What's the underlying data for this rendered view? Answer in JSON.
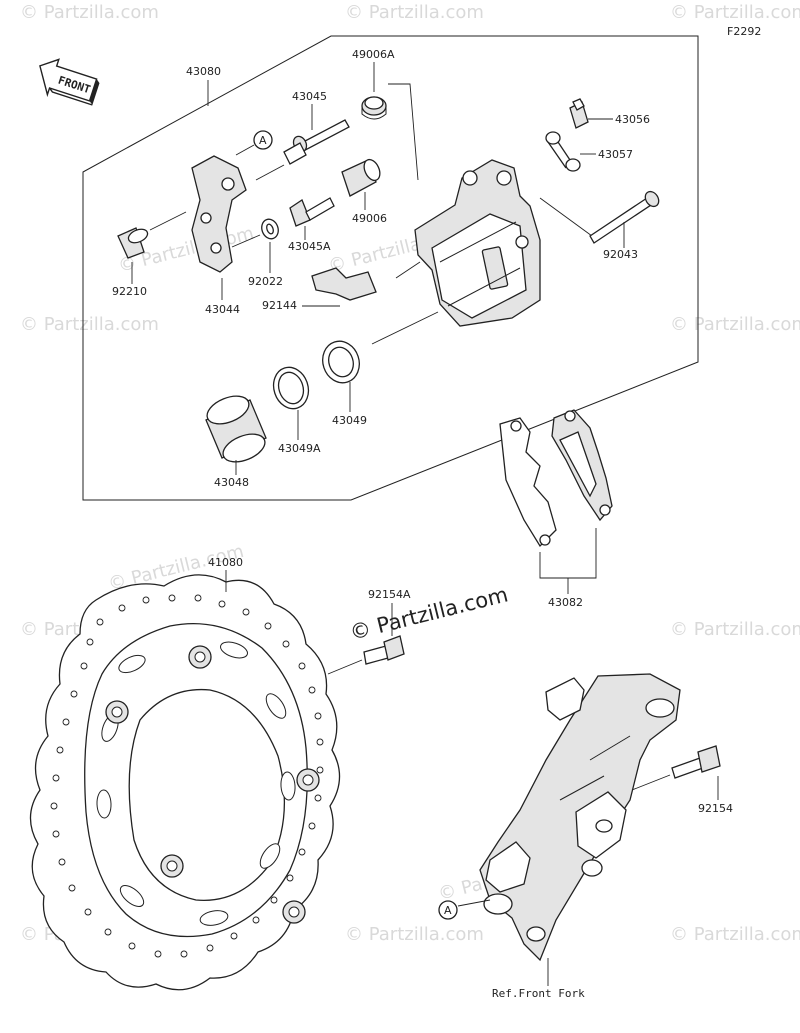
{
  "figure_code": "F2292",
  "front_label": "FRONT",
  "watermark": "© Partzilla.com",
  "ref_label": "Ref.Front Fork",
  "callout_letter": "A",
  "parts": {
    "p43080": "43080",
    "p49006A": "49006A",
    "p43045": "43045",
    "p43056": "43056",
    "p43057": "43057",
    "p92210": "92210",
    "p43044": "43044",
    "p92022": "92022",
    "p43045A": "43045A",
    "p49006": "49006",
    "p92043": "92043",
    "p92144": "92144",
    "p43049": "43049",
    "p43049A": "43049A",
    "p43048": "43048",
    "p43082": "43082",
    "p41080": "41080",
    "p92154A": "92154A",
    "p92154": "92154"
  }
}
